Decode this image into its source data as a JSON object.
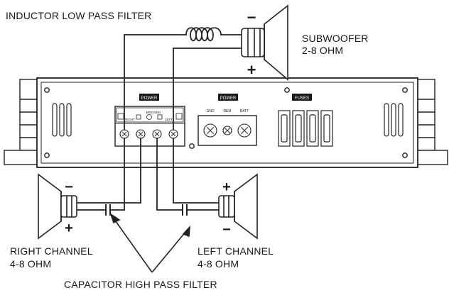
{
  "labels": {
    "inductor_title": "INDUCTOR LOW PASS FILTER",
    "subwoofer_line1": "SUBWOOFER",
    "subwoofer_line2": "2-8 OHM",
    "right_line1": "RIGHT CHANNEL",
    "right_line2": "4-8 OHM",
    "left_line1": "LEFT CHANNEL",
    "left_line2": "4-8 OHM",
    "capacitor_title": "CAPACITOR HIGH PASS FILTER"
  },
  "polarity": {
    "sub_minus": "−",
    "sub_plus": "+",
    "right_minus": "−",
    "right_plus": "+",
    "left_plus": "+",
    "left_minus": "−"
  },
  "amp": {
    "power_led": "POWER",
    "bridged": "BRIDGED",
    "right_tag": "RIGHT",
    "left_tag": "LEFT",
    "power_block": "POWER",
    "gnd": "GND",
    "rem": "REM",
    "batt": "BATT",
    "fuses": "FUSES"
  }
}
